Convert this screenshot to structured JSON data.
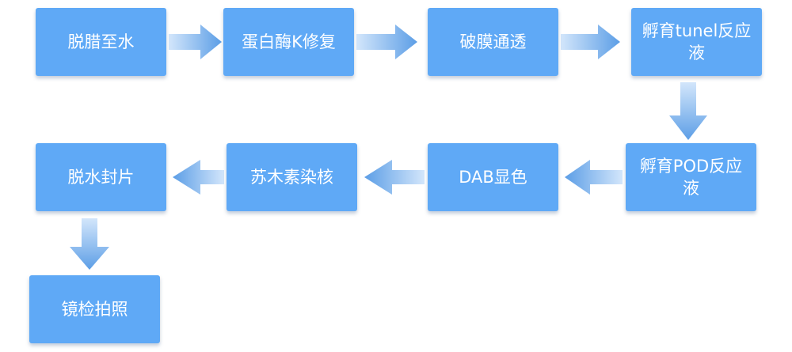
{
  "diagram": {
    "steps": [
      {
        "id": "step-1",
        "label": "脱腊至水"
      },
      {
        "id": "step-2",
        "label": "蛋白酶K修复"
      },
      {
        "id": "step-3",
        "label": "破膜通透"
      },
      {
        "id": "step-4",
        "label": "孵育tunel反应液"
      },
      {
        "id": "step-5",
        "label": "孵育POD反应液"
      },
      {
        "id": "step-6",
        "label": "DAB显色"
      },
      {
        "id": "step-7",
        "label": "苏木素染核"
      },
      {
        "id": "step-8",
        "label": "脱水封片"
      },
      {
        "id": "step-9",
        "label": "镜检拍照"
      }
    ],
    "colors": {
      "box": "#5fa9f6",
      "text": "#ffffff",
      "arrow_light": "#cfe4fb",
      "arrow_dark": "#5c9ee6"
    }
  }
}
